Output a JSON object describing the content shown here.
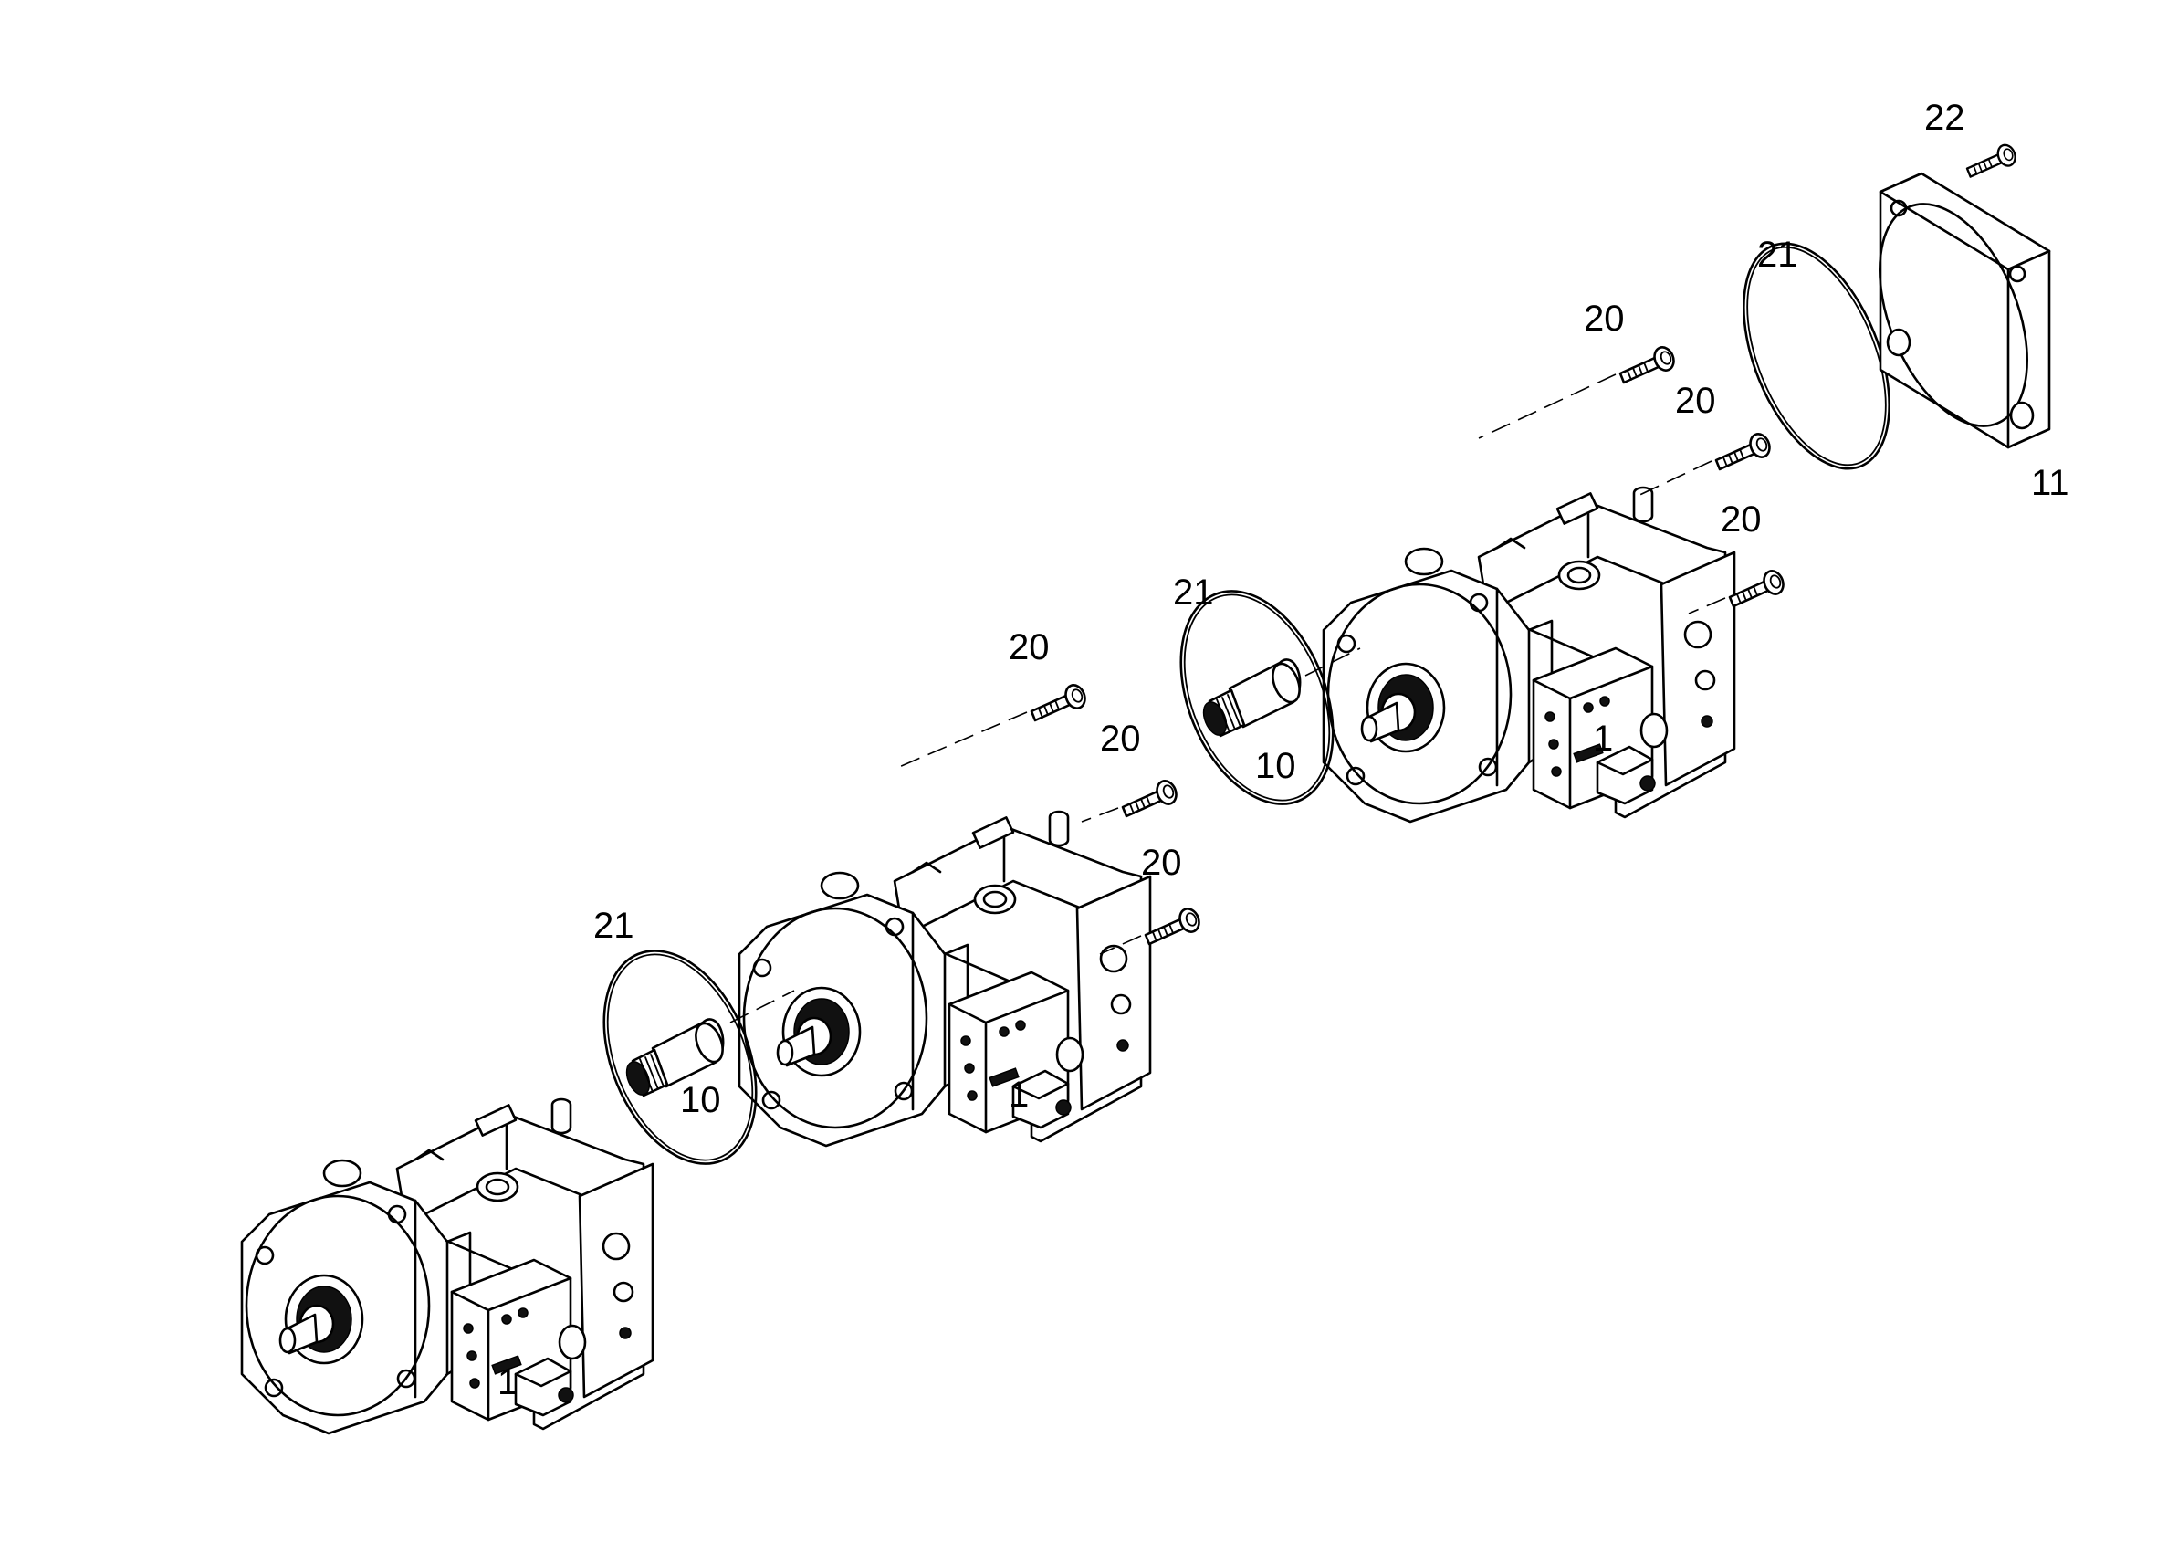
{
  "diagram": {
    "type": "exploded-parts-view",
    "line_color": "#000000",
    "background": "#ffffff"
  },
  "labels": {
    "pump_left": "1",
    "pump_middle": "1",
    "pump_right": "1",
    "coupling_left": "10",
    "coupling_right": "10",
    "cover_plate": "11",
    "screw_mid_top": "20",
    "screw_mid_middle": "20",
    "screw_mid_bottom": "20",
    "screw_right_top": "20",
    "screw_right_middle": "20",
    "screw_right_bottom": "20",
    "oring_left": "21",
    "oring_middle": "21",
    "oring_right": "21",
    "screw_cover": "22"
  }
}
